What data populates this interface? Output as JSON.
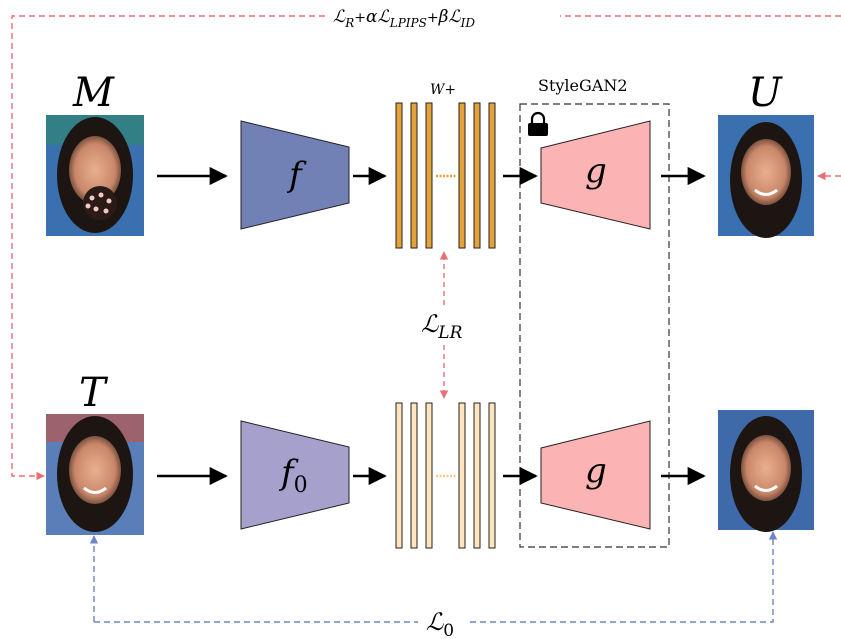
{
  "labels": {
    "masked_input": "M",
    "target": "T",
    "output": "U",
    "encoder": "f",
    "encoder_pretrained_base": "f",
    "encoder_pretrained_sub": "0",
    "generator_top": "g",
    "generator_bottom": "g",
    "latent": "W+",
    "stylegan": "StyleGAN2"
  },
  "losses": {
    "top_loss": "ℒR+αℒLPIPS+βℒID",
    "top_loss_parts": {
      "L1": "ℒ",
      "R": "R",
      "plus1": "+",
      "alpha": "α",
      "L2": "ℒ",
      "LPIPS": "LPIPS",
      "plus2": "+",
      "beta": "β",
      "L3": "ℒ",
      "ID": "ID"
    },
    "latent_loss": {
      "L": "ℒ",
      "sub": "LR"
    },
    "bottom_loss": {
      "L": "ℒ",
      "sub": "0"
    }
  },
  "colors": {
    "encoder_f": "#7181b5",
    "encoder_f0": "#a6a1cc",
    "generator": "#fbb3b3",
    "latent_dark": "#e5a23b",
    "latent_light": "#fde5bd",
    "red_dashed": "#ea6e74",
    "blue_dashed": "#6f86c4",
    "face_bg": "#3a6fb0"
  },
  "icons": {
    "lock": "lock-icon"
  }
}
